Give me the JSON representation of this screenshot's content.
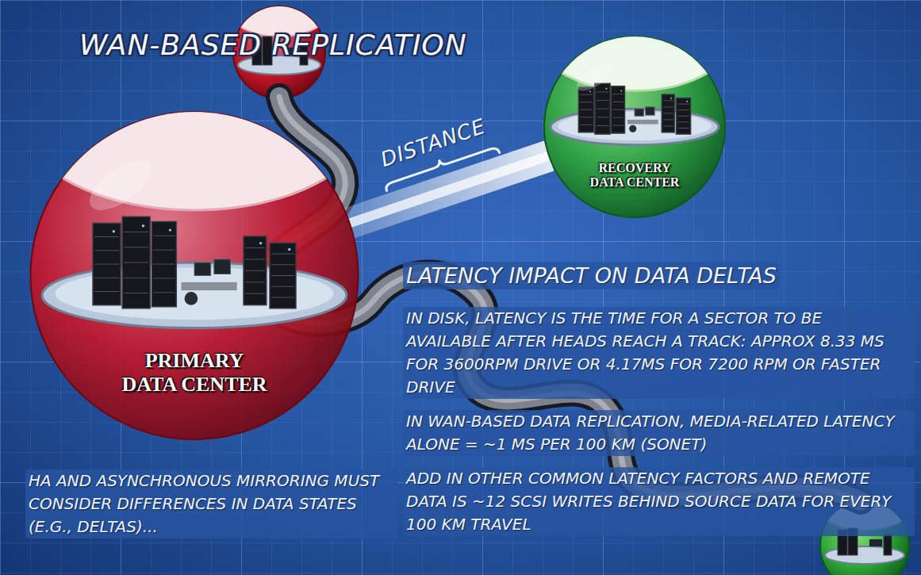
{
  "diagram": {
    "title": "WAN-BASED REPLICATION",
    "nodes": [
      {
        "text": [
          "PRIMARY DATA CENTER"
        ]
      },
      {
        "text": [
          "RECOVERY DATA CENTER"
        ]
      }
    ],
    "edges": [
      {
        "from": 0,
        "to": 1,
        "arrow": "none",
        "label": "DISTANCE"
      }
    ],
    "labels": [
      "LATENCY IMPACT ON DATA DELTAS",
      "IN DISK, LATENCY IS THE TIME FOR A SECTOR TO BE AVAILABLE AFTER HEADS REACH A TRACK: APPROX 8.33 MS FOR 3600RPM DRIVE OR 4.17MS FOR 7200 RPM OR FASTER DRIVE",
      "IN WAN-BASED DATA REPLICATION, MEDIA-RELATED LATENCY ALONE = ~1 MS PER 100 KM (SONET)",
      "ADD IN OTHER COMMON LATENCY FACTORS AND REMOTE DATA IS ~12 SCSI WRITES BEHIND SOURCE DATA FOR EVERY 100 KM TRAVEL",
      "HA AND ASYNCHRONOUS MIRRORING MUST CONSIDER DIFFERENCES IN DATA STATES (E.G., DELTAS)..."
    ]
  }
}
